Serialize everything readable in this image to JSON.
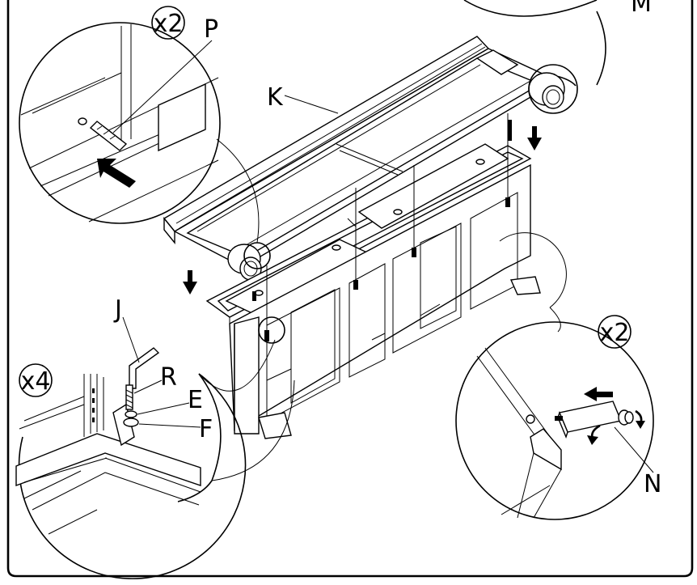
{
  "labels": {
    "k": "K",
    "m": "M",
    "p": "P",
    "j": "J",
    "r": "R",
    "e": "E",
    "f": "F",
    "n": "N"
  },
  "quantities": {
    "p_count": "x2",
    "leg_bolt_count": "x4",
    "n_count": "x2"
  },
  "colors": {
    "line": "#000000",
    "background": "#ffffff"
  },
  "icons": [
    "push-arrow-icon",
    "down-arrow-icon",
    "left-arrow-icon",
    "rotate-arrow-icon"
  ]
}
